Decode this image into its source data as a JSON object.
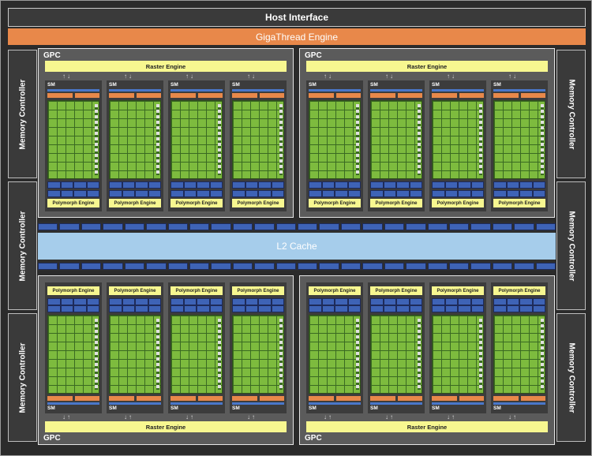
{
  "host_interface": "Host Interface",
  "gigathread_engine": "GigaThread Engine",
  "memory_controller_label": "Memory Controller",
  "gpc_label": "GPC",
  "raster_engine_label": "Raster Engine",
  "sm_label": "SM",
  "polymorph_engine_label": "Polymorph Engine",
  "l2_cache_label": "L2 Cache",
  "colors": {
    "background": "#2b2b2b",
    "gigathread": "#e8884a",
    "raster_polymorph": "#f7f790",
    "cuda_cores": "#84c341",
    "l2_cache": "#a6cdeb",
    "texture_units": "#3e63b6"
  }
}
